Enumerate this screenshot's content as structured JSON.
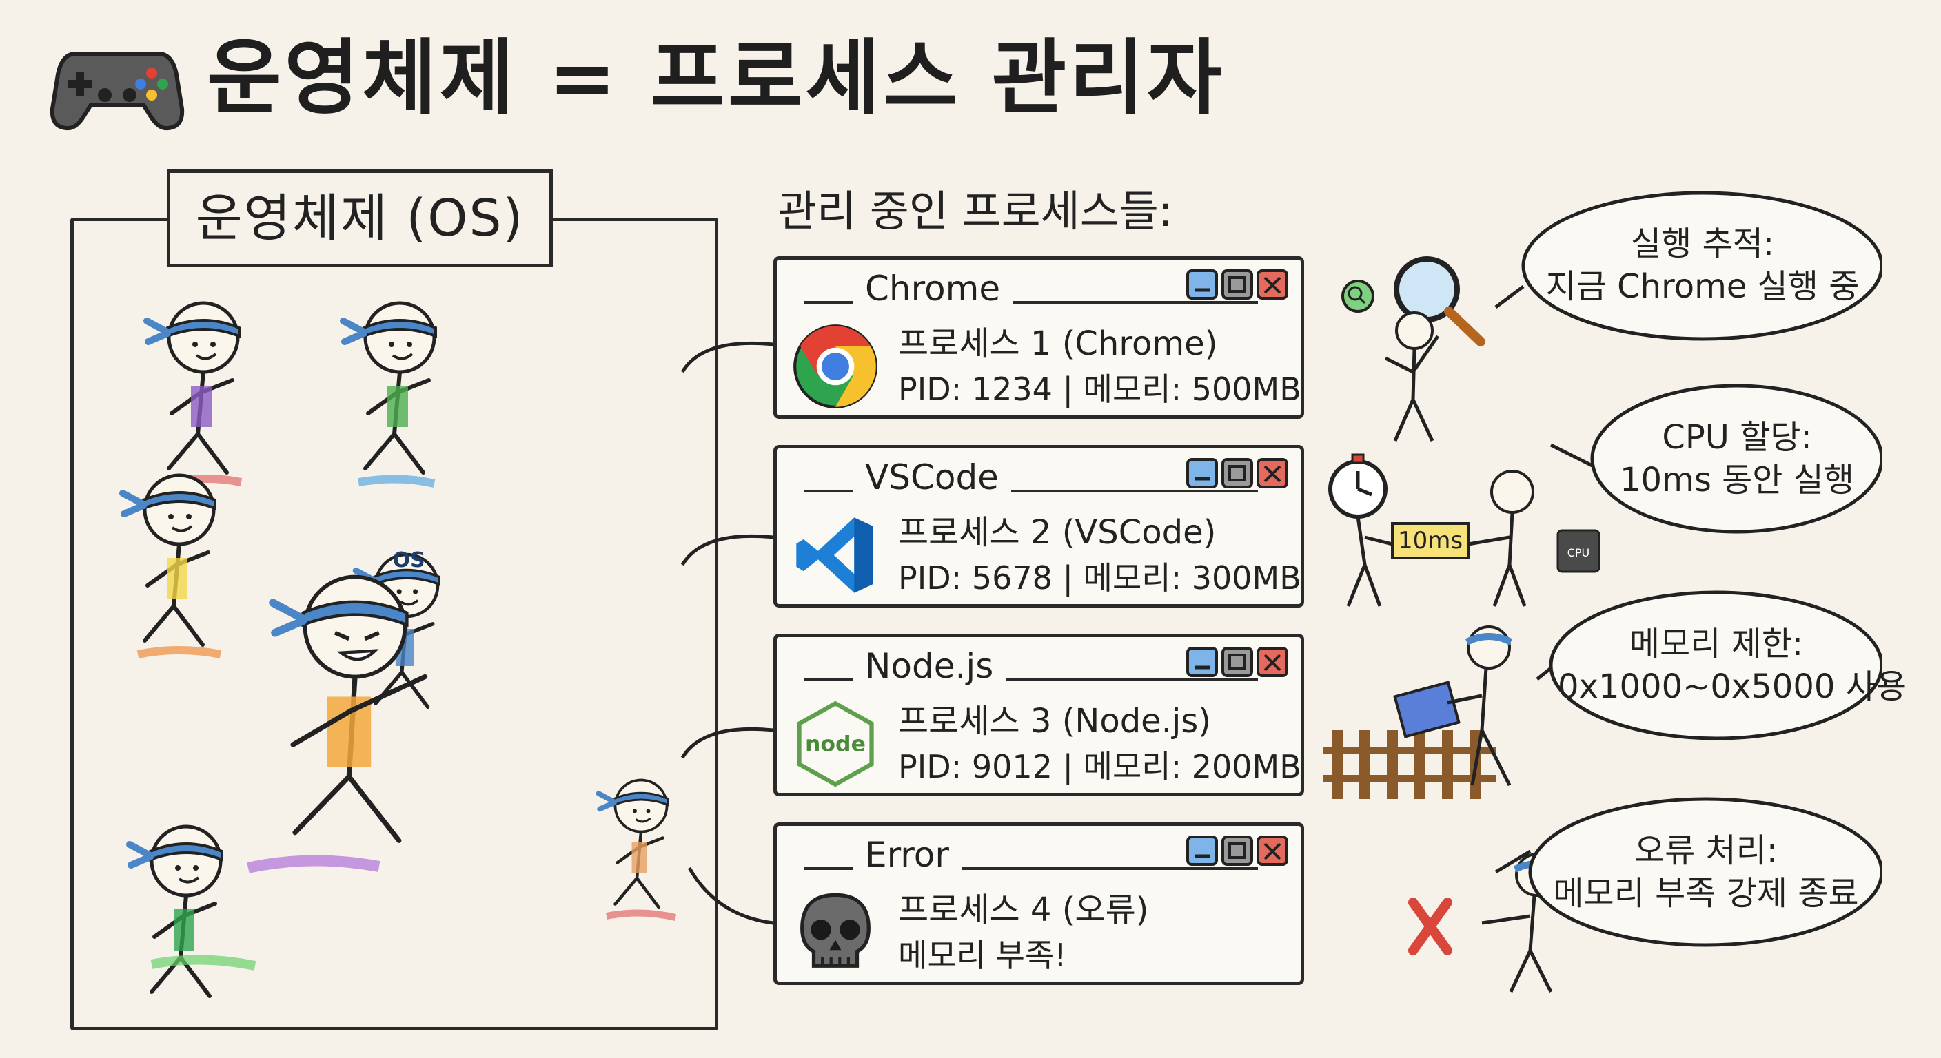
{
  "title": "운영체제 = 프로세스 관리자",
  "title_icon": "gamepad-icon",
  "os_box": {
    "label": "운영체제 (OS)",
    "headband_text": "OS"
  },
  "process_list": {
    "heading": "관리 중인 프로세스들:",
    "windows": [
      {
        "name": "Chrome",
        "line1": "프로세스 1 (Chrome)",
        "line2": "PID: 1234 | 메모리: 500MB",
        "icon": "chrome-icon"
      },
      {
        "name": "VSCode",
        "line1": "프로세스 2 (VSCode)",
        "line2": "PID: 5678 | 메모리: 300MB",
        "icon": "vscode-icon"
      },
      {
        "name": "Node.js",
        "line1": "프로세스 3 (Node.js)",
        "line2": "PID: 9012 | 메모리: 200MB",
        "icon": "nodejs-icon",
        "icon_text": "node"
      },
      {
        "name": "Error",
        "line1": "프로세스 4 (오류)",
        "line2": "메모리 부족!",
        "icon": "skull-icon"
      }
    ]
  },
  "actions": [
    {
      "line1": "실행 추적:",
      "line2": "지금 Chrome 실행 중",
      "icon": "magnifier-icon"
    },
    {
      "line1": "CPU 할당:",
      "line2": "10ms 동안 실행",
      "icon": "stopwatch-icon",
      "time_label": "10ms",
      "chip_label": "CPU"
    },
    {
      "line1": "메모리 제한:",
      "line2": "0x1000~0x5000 사용",
      "icon": "fence-icon"
    },
    {
      "line1": "오류 처리:",
      "line2": "메모리 부족 강제 종료",
      "icon": "x-mark-icon"
    }
  ],
  "colors": {
    "background": "#f6f2e9",
    "ink": "#2a2a2a",
    "headband": "#4a86c8",
    "chrome_red": "#e34133",
    "chrome_yellow": "#f7c12d",
    "chrome_green": "#2fa44f",
    "chrome_blue": "#3f7fe0",
    "vscode_blue": "#1e7fd6",
    "node_green": "#5fa04e",
    "error_red": "#d9463c"
  }
}
